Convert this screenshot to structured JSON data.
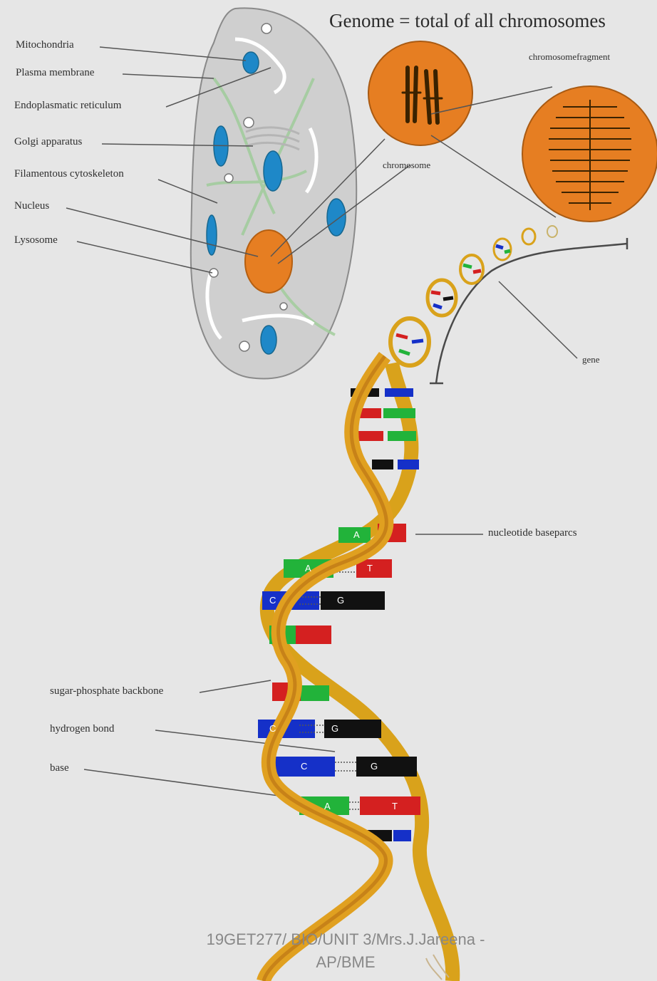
{
  "title": "Genome = total of all chromosomes",
  "labels": {
    "mitochondria": "Mitochondria",
    "plasma_membrane": "Plasma membrane",
    "er": "Endoplasmatic reticulum",
    "golgi": "Golgi apparatus",
    "cytoskeleton": "Filamentous cytoskeleton",
    "nucleus": "Nucleus",
    "lysosome": "Lysosome",
    "chromosome": "chromosome",
    "chromosome_fragment": "chromosomefragment",
    "gene": "gene",
    "basepairs": "nucleotide baseparcs",
    "backbone": "sugar-phosphate backbone",
    "hydrogen_bond": "hydrogen bond",
    "base": "base"
  },
  "base_letters": {
    "a": "A",
    "c": "C",
    "g": "G",
    "t": "T"
  },
  "footer": {
    "line1": "19GET277/ BIO/UNIT 3/Mrs.J.Jareena -",
    "line2": "AP/BME"
  },
  "colors": {
    "background": "#e6e6e6",
    "cell": "#cfcfcf",
    "organelle_blue": "#1e88c8",
    "nucleus_orange": "#e67e22",
    "helix_gold": "#d9a21b",
    "base_red": "#d42020",
    "base_green": "#22b33a",
    "base_blue": "#1530c8",
    "base_black": "#111111"
  }
}
